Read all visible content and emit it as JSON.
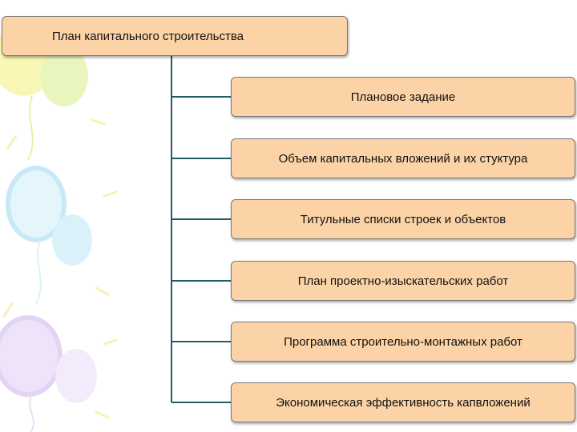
{
  "diagram": {
    "root": {
      "label": "План капитального строительства"
    },
    "children": [
      {
        "label": "Плановое задание"
      },
      {
        "label": "Объем капитальных вложений и их стуктура"
      },
      {
        "label": "Титульные списки строек и объектов"
      },
      {
        "label": "План проектно-изыскательских работ"
      },
      {
        "label": "Программа строительно-монтажных работ"
      },
      {
        "label": "Экономическая эффективность капвложений"
      }
    ]
  },
  "colors": {
    "box_fill": "#fbd3a6",
    "connector": "#1f5c66"
  }
}
